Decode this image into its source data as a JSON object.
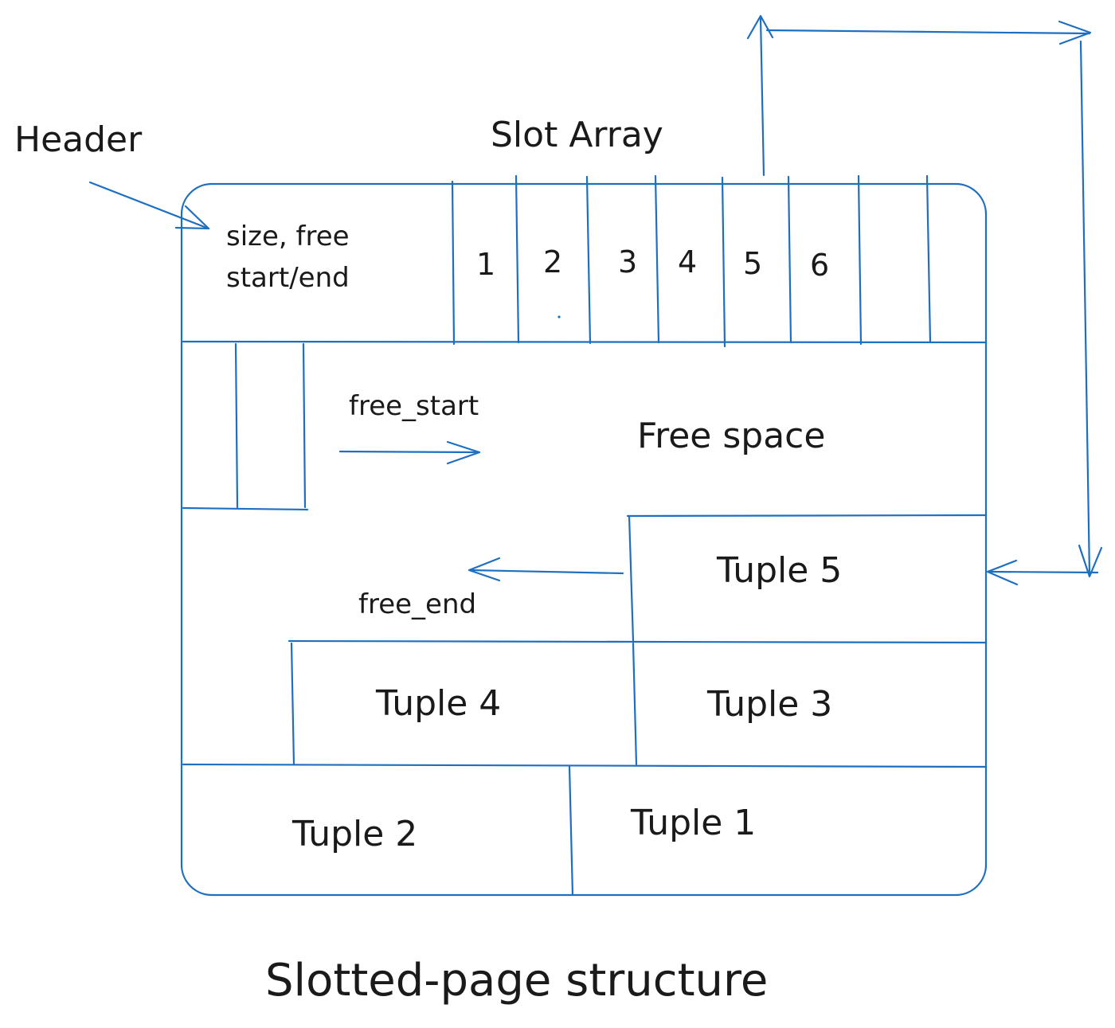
{
  "labels": {
    "header": "Header",
    "slot_array": "Slot Array",
    "header_content_line1": "size, free",
    "header_content_line2": "start/end",
    "free_start": "free_start",
    "free_space": "Free space",
    "free_end": "free_end",
    "caption": "Slotted-page structure"
  },
  "slots": [
    "1",
    "2",
    "3",
    "4",
    "5",
    "6"
  ],
  "tuples": {
    "t5": "Tuple 5",
    "t4": "Tuple 4",
    "t3": "Tuple 3",
    "t2": "Tuple 2",
    "t1": "Tuple 1"
  },
  "colors": {
    "stroke": "#1f6fc0",
    "text": "#1a1a1a"
  }
}
